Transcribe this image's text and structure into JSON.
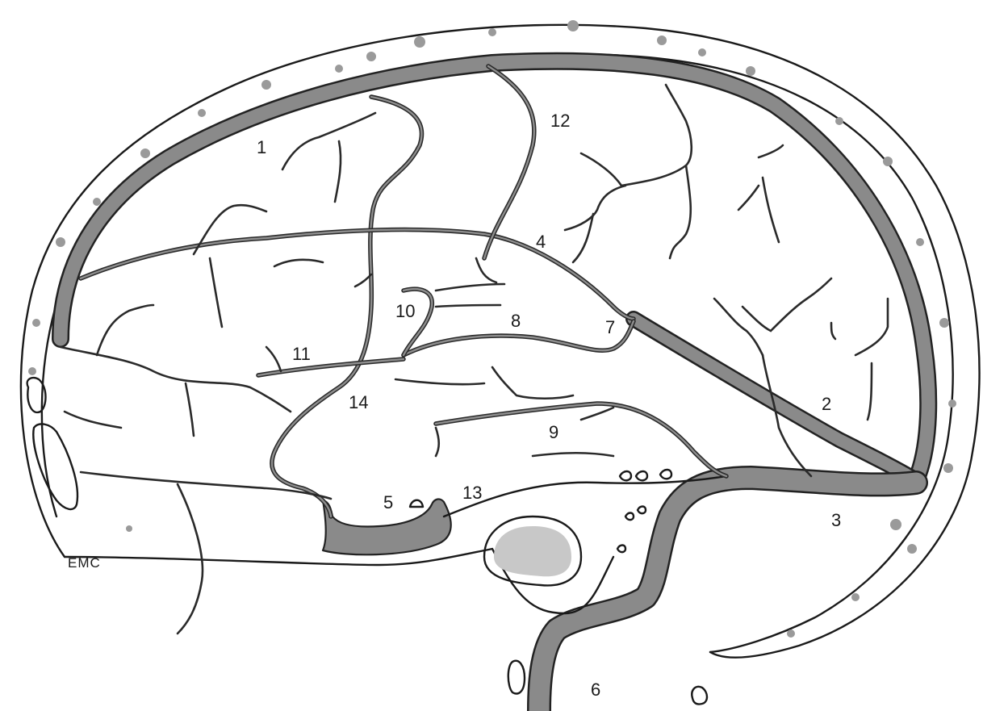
{
  "labels": {
    "l1": "1",
    "l2": "2",
    "l3": "3",
    "l4": "4",
    "l5": "5",
    "l6": "6",
    "l7": "7",
    "l8": "8",
    "l9": "9",
    "l10": "10",
    "l11": "11",
    "l12": "12",
    "l13": "13",
    "l14": "14"
  },
  "signature": "EMC",
  "colors": {
    "line": "#1a1a1a",
    "sinus": "#8a8a8a",
    "bone_dots": "#9a9a9a"
  }
}
